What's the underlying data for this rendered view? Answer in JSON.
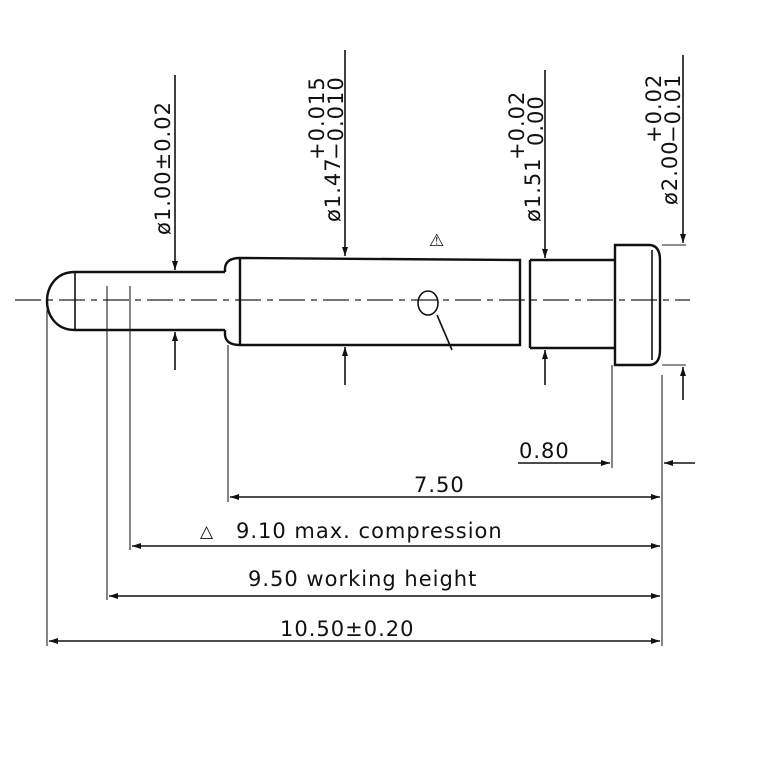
{
  "diameters": {
    "d1": {
      "main": "ø1.00±0.02"
    },
    "d2": {
      "main": "ø1.47",
      "upper": "+0.015",
      "lower": "−0.010"
    },
    "d3": {
      "main": "ø1.51",
      "upper": "+0.02",
      "lower": "0.00"
    },
    "d4": {
      "main": "ø2.00",
      "upper": "+0.02",
      "lower": "−0.01"
    }
  },
  "lengths": {
    "head": "0.80",
    "body": "7.50",
    "compression_symbol": "△",
    "compression": "9.10 max. compression",
    "working": "9.50 working height",
    "total": "10.50±0.20"
  },
  "note_symbol": "⚠"
}
